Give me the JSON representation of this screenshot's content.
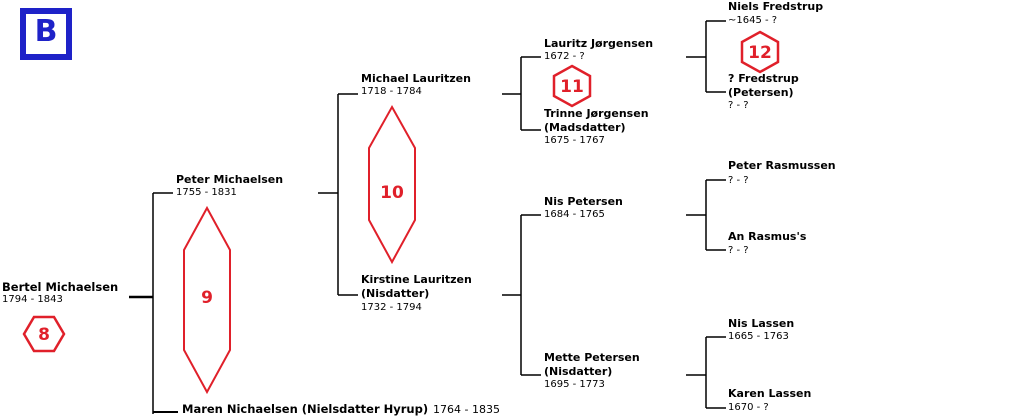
{
  "badge": {
    "letter": "B",
    "color": "#1e22c8"
  },
  "accent_color": "#e0202a",
  "people": {
    "bertel": {
      "name": "Bertel Michaelsen",
      "dates": "1794 - 1843"
    },
    "peter_m": {
      "name": "Peter Michaelsen",
      "dates": "1755 - 1831"
    },
    "maren": {
      "name": "Maren Nichaelsen (Nielsdatter Hyrup)",
      "dates": "1764 - 1835"
    },
    "michael_l": {
      "name": "Michael Lauritzen",
      "dates": "1718 - 1784"
    },
    "kirstine_l": {
      "name_line1": "Kirstine Lauritzen",
      "name_line2": "(Nisdatter)",
      "dates": "1732 - 1794"
    },
    "lauritz_j": {
      "name": "Lauritz Jørgensen",
      "dates": "1672 - ?"
    },
    "trinne_j": {
      "name_line1": "Trinne Jørgensen",
      "name_line2": "(Madsdatter)",
      "dates": "1675 - 1767"
    },
    "nis_p": {
      "name": "Nis Petersen",
      "dates": "1684 - 1765"
    },
    "mette_p": {
      "name_line1": "Mette Petersen",
      "name_line2": "(Nisdatter)",
      "dates": "1695 - 1773"
    },
    "niels_f": {
      "name": "Niels Fredstrup",
      "dates": "~1645 - ?"
    },
    "q_fredstrup": {
      "name_line1": "? Fredstrup",
      "name_line2": "(Petersen)",
      "dates": "? - ?"
    },
    "peter_r": {
      "name": "Peter Rasmussen",
      "dates": "? - ?"
    },
    "an_r": {
      "name": "An Rasmus's",
      "dates": "? - ?"
    },
    "nis_l": {
      "name": "Nis Lassen",
      "dates": "1665 - 1763"
    },
    "karen_l": {
      "name": "Karen Lassen",
      "dates": "1670 - ?"
    }
  },
  "markers": {
    "m8": "8",
    "m9": "9",
    "m10": "10",
    "m11": "11",
    "m12": "12"
  }
}
